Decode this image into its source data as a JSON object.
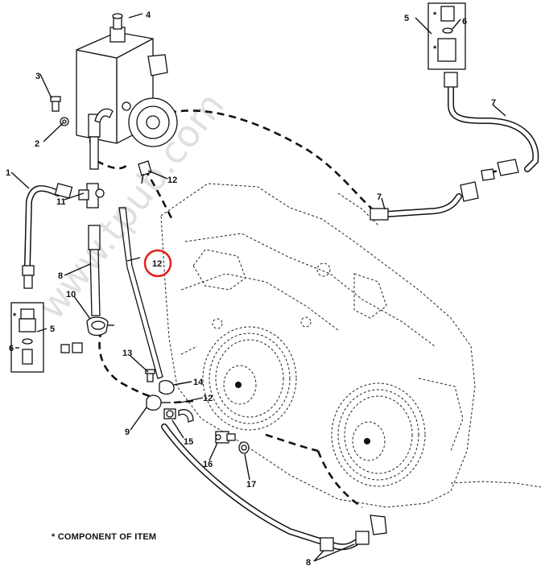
{
  "callouts": {
    "c1": "1",
    "c2": "2",
    "c3": "3",
    "c4": "4",
    "c5a": "5",
    "c5b": "5",
    "c6a": "6",
    "c6b": "6",
    "c7a": "7",
    "c7b": "7",
    "c8a": "8",
    "c8b": "8",
    "c9": "9",
    "c10": "10",
    "c11": "11",
    "c12a": "12",
    "c12b": "12",
    "c12c": "12",
    "c13": "13",
    "c14": "14",
    "c15": "15",
    "c16": "16",
    "c17": "17"
  },
  "asterisks": {
    "a1": "*",
    "a2": "*",
    "a3": "*"
  },
  "legend": {
    "text": "*  COMPONENT OF ITEM"
  },
  "watermark": {
    "text": "www.tpub.com"
  },
  "highlight": {
    "color": "#e0201b"
  }
}
